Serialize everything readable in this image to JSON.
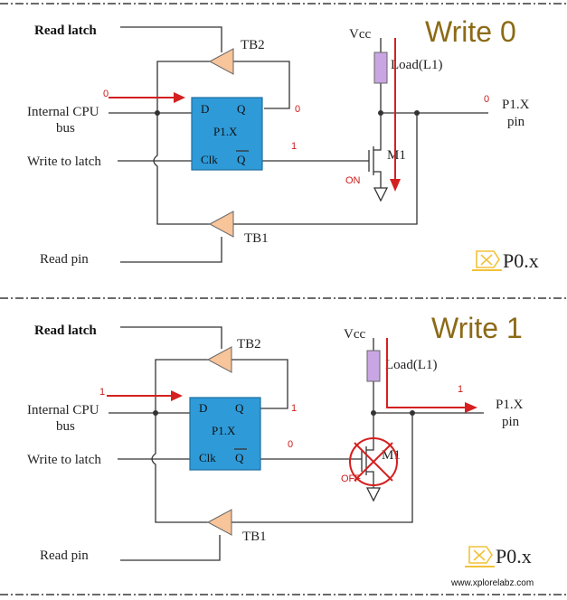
{
  "panels": [
    {
      "title": "Write 0",
      "labels": {
        "read_latch": "Read latch",
        "internal_cpu_1": "Internal CPU",
        "internal_cpu_2": "bus",
        "write_to_latch": "Write to latch",
        "read_pin": "Read pin",
        "tb2": "TB2",
        "tb1": "TB1",
        "vcc": "Vcc",
        "load": "Load(L1)",
        "m1": "M1",
        "pin_1": "P1.X",
        "pin_2": "pin",
        "latch_name": "P1.X",
        "d": "D",
        "q": "Q",
        "clk": "Clk",
        "qbar": "Q"
      },
      "values": {
        "input": "0",
        "q": "0",
        "qbar": "1",
        "pin": "0",
        "state": "ON"
      }
    },
    {
      "title": "Write 1",
      "labels": {
        "read_latch": "Read latch",
        "internal_cpu_1": "Internal CPU",
        "internal_cpu_2": "bus",
        "write_to_latch": "Write to latch",
        "read_pin": "Read pin",
        "tb2": "TB2",
        "tb1": "TB1",
        "vcc": "Vcc",
        "load": "Load(L1)",
        "m1": "M1",
        "pin_1": "P1.X",
        "pin_2": "pin",
        "latch_name": "P1.X",
        "d": "D",
        "q": "Q",
        "clk": "Clk",
        "qbar": "Q"
      },
      "values": {
        "input": "1",
        "q": "1",
        "qbar": "0",
        "pin": "1",
        "state": "OFF"
      }
    }
  ],
  "brand": "P0.x",
  "website": "www.xplorelabz.com",
  "colors": {
    "latch": "#2f9ad8",
    "buffer": "#f8c49a",
    "load": "#c9a6e3",
    "arrow": "#d42020",
    "title": "#8c6a16"
  },
  "icons": [
    "brand-logo-icon",
    "transistor-icon",
    "ground-icon",
    "off-cross-icon"
  ]
}
